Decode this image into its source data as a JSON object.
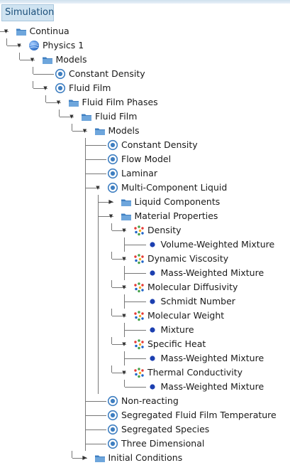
{
  "tab": {
    "label": "Simulation"
  },
  "tree": [
    {
      "label": "Continua",
      "icon": "folder-icon",
      "depth": 0,
      "expanded": true
    },
    {
      "label": "Physics 1",
      "icon": "sphere-icon",
      "depth": 1,
      "expanded": true
    },
    {
      "label": "Models",
      "icon": "folder-icon",
      "depth": 2,
      "expanded": true
    },
    {
      "label": "Constant Density",
      "icon": "model-icon",
      "depth": 3
    },
    {
      "label": "Fluid Film",
      "icon": "model-icon",
      "depth": 3,
      "expanded": true
    },
    {
      "label": "Fluid Film Phases",
      "icon": "folder-icon",
      "depth": 4,
      "expanded": true
    },
    {
      "label": "Fluid Film",
      "icon": "folder-icon",
      "depth": 5,
      "expanded": true
    },
    {
      "label": "Models",
      "icon": "folder-icon",
      "depth": 6,
      "expanded": true
    },
    {
      "label": "Constant Density",
      "icon": "model-icon",
      "depth": 7
    },
    {
      "label": "Flow Model",
      "icon": "model-icon",
      "depth": 7
    },
    {
      "label": "Laminar",
      "icon": "model-icon",
      "depth": 7
    },
    {
      "label": "Multi-Component Liquid",
      "icon": "model-icon",
      "depth": 7,
      "expanded": true
    },
    {
      "label": "Liquid Components",
      "icon": "folder-icon",
      "depth": 8,
      "expanded": false
    },
    {
      "label": "Material Properties",
      "icon": "folder-icon",
      "depth": 8,
      "expanded": true
    },
    {
      "label": "Density",
      "icon": "property-icon",
      "depth": 9,
      "expanded": true
    },
    {
      "label": "Volume-Weighted Mixture",
      "icon": "method-icon",
      "depth": 10
    },
    {
      "label": "Dynamic Viscosity",
      "icon": "property-icon",
      "depth": 9,
      "expanded": true
    },
    {
      "label": "Mass-Weighted Mixture",
      "icon": "method-icon",
      "depth": 10
    },
    {
      "label": "Molecular Diffusivity",
      "icon": "property-icon",
      "depth": 9,
      "expanded": true
    },
    {
      "label": "Schmidt Number",
      "icon": "method-icon",
      "depth": 10
    },
    {
      "label": "Molecular Weight",
      "icon": "property-icon",
      "depth": 9,
      "expanded": true
    },
    {
      "label": "Mixture",
      "icon": "method-icon",
      "depth": 10
    },
    {
      "label": "Specific Heat",
      "icon": "property-icon",
      "depth": 9,
      "expanded": true
    },
    {
      "label": "Mass-Weighted Mixture",
      "icon": "method-icon",
      "depth": 10
    },
    {
      "label": "Thermal Conductivity",
      "icon": "property-icon",
      "depth": 9,
      "expanded": true
    },
    {
      "label": "Mass-Weighted Mixture",
      "icon": "method-icon",
      "depth": 10
    },
    {
      "label": "Non-reacting",
      "icon": "model-icon",
      "depth": 7
    },
    {
      "label": "Segregated Fluid Film Temperature",
      "icon": "model-icon",
      "depth": 7
    },
    {
      "label": "Segregated Species",
      "icon": "model-icon",
      "depth": 7
    },
    {
      "label": "Three Dimensional",
      "icon": "model-icon",
      "depth": 7
    },
    {
      "label": "Initial Conditions",
      "icon": "folder-icon",
      "depth": 6,
      "expanded": false
    }
  ]
}
